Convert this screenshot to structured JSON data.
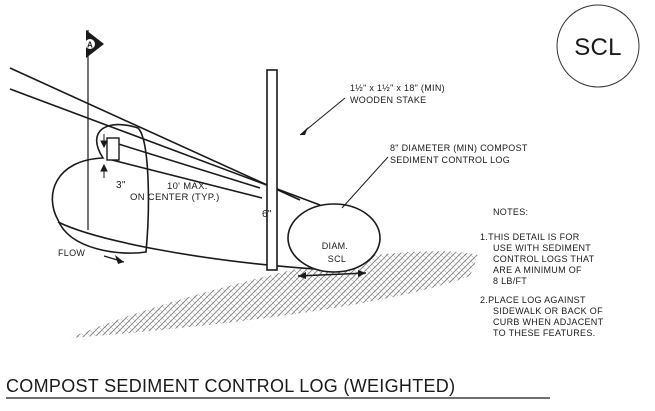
{
  "badge": {
    "text": "SCL"
  },
  "section_marker": {
    "text": "A"
  },
  "labels": {
    "stake": [
      "1½\" x 1½\" x 18\" (MIN)",
      "WOODEN STAKE"
    ],
    "log": [
      "8\" DIAMETER (MIN) COMPOST",
      "SEDIMENT CONTROL LOG"
    ],
    "spacing": [
      "10' MAX.",
      "ON CENTER (TYP.)"
    ],
    "three_inch": "3\"",
    "six_inch": "6\"",
    "diam": [
      "DIAM.",
      "SCL"
    ],
    "flow": "FLOW"
  },
  "notes": {
    "heading": "NOTES:",
    "items": [
      [
        "1.THIS DETAIL IS FOR",
        "USE WITH SEDIMENT",
        "CONTROL LOGS THAT",
        "ARE A MINIMUM OF",
        "8 LB/FT"
      ],
      [
        "2.PLACE LOG AGAINST",
        "SIDEWALK OR BACK OF",
        "CURB WHEN ADJACENT",
        "TO THESE FEATURES."
      ]
    ]
  },
  "title": "COMPOST SEDIMENT CONTROL LOG (WEIGHTED)"
}
